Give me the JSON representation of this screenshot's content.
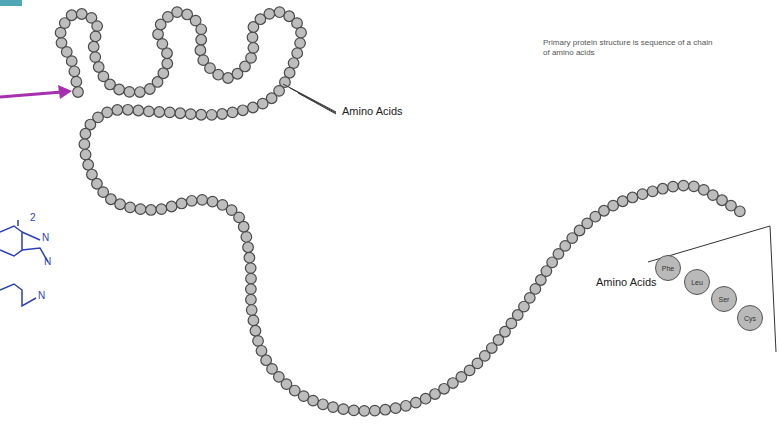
{
  "diagram": {
    "nodes": [
      {
        "text": [
          "Phe"
        ]
      },
      {
        "text": [
          "Leu"
        ]
      },
      {
        "text": [
          "Ser"
        ]
      },
      {
        "text": [
          "Cys"
        ]
      }
    ],
    "labels": [
      "Primary protein structure is sequence of a chain of amino acids",
      "Amino Acids",
      "Amino Acids",
      "2",
      "N",
      "N",
      "N"
    ]
  }
}
